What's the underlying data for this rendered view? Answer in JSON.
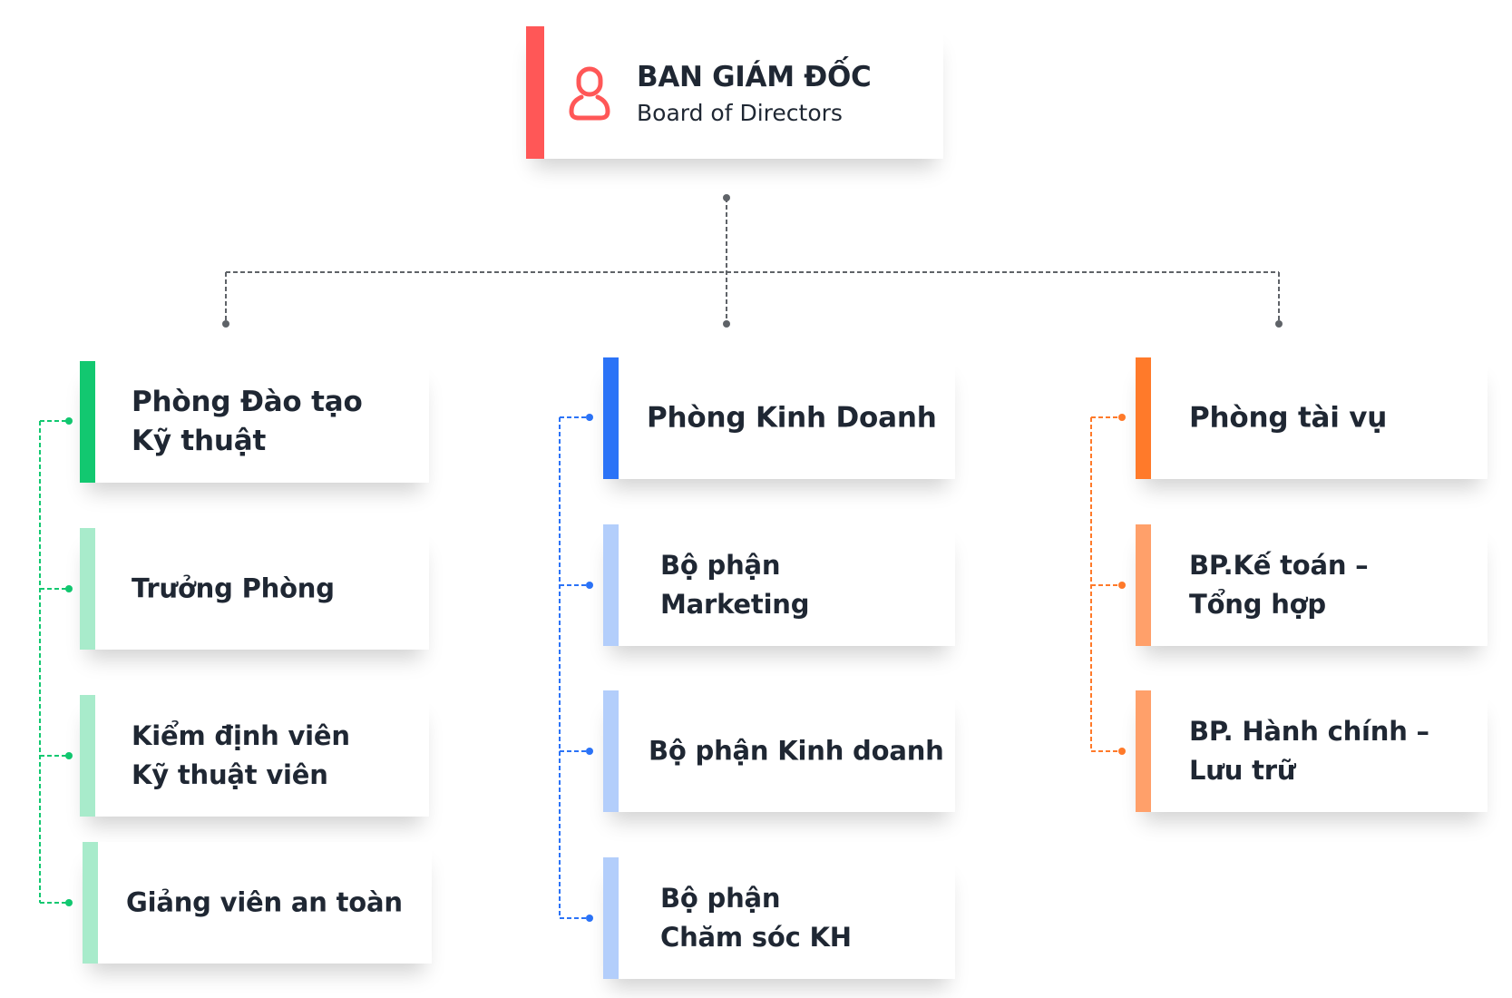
{
  "diagram": {
    "type": "org-chart",
    "root": {
      "title": "BAN GIÁM ĐỐC",
      "subtitle": "Board of Directors",
      "icon": "user-icon",
      "color": "#ff5757"
    },
    "connector_color": "#5f6368",
    "text_color": "#1f2733",
    "departments": [
      {
        "id": "training",
        "label": "Phòng Đào tạo\nKỹ thuật",
        "color": "#12c870",
        "sub_color": "#a8ebcb",
        "children": [
          {
            "label": "Trưởng Phòng"
          },
          {
            "label": "Kiểm định viên\nKỹ thuật viên"
          },
          {
            "label": "Giảng viên an toàn"
          }
        ]
      },
      {
        "id": "sales",
        "label": "Phòng Kinh Doanh",
        "color": "#2b73f7",
        "sub_color": "#b3cefb",
        "children": [
          {
            "label": "Bộ phận\nMarketing"
          },
          {
            "label": "Bộ phận Kinh doanh"
          },
          {
            "label": "Bộ phận\nChăm sóc KH"
          }
        ]
      },
      {
        "id": "finance",
        "label": "Phòng tài vụ",
        "color": "#ff7a2a",
        "sub_color": "#ffa06a",
        "children": [
          {
            "label": "BP.Kế toán –\nTổng hợp"
          },
          {
            "label": "BP. Hành chính –\nLưu trữ"
          }
        ]
      }
    ]
  }
}
